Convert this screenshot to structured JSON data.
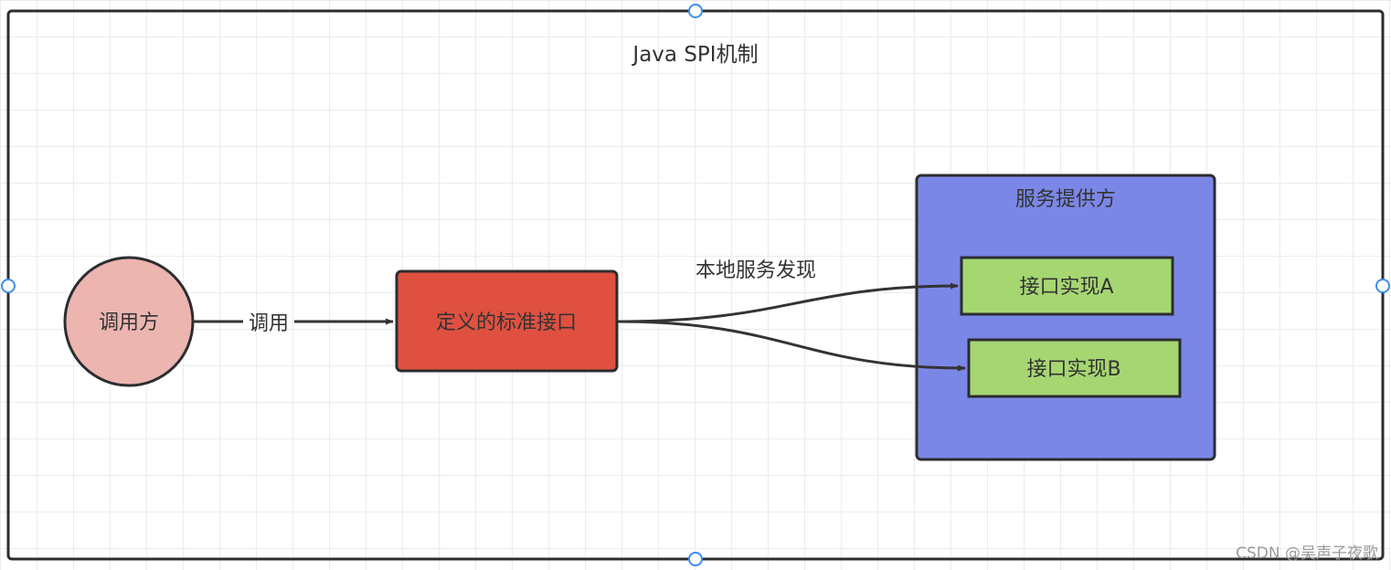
{
  "diagram": {
    "title": "Java SPI机制",
    "caller": {
      "label": "调用方"
    },
    "call_edge": {
      "label": "调用"
    },
    "standard_interface": {
      "label": "定义的标准接口"
    },
    "discovery_edge": {
      "label": "本地服务发现"
    },
    "provider_group": {
      "label": "服务提供方",
      "impl_a": {
        "label": "接口实现A"
      },
      "impl_b": {
        "label": "接口实现B"
      }
    }
  },
  "watermark": "CSDN @吴声子夜歌",
  "colors": {
    "frame_stroke": "#2b2d30",
    "handle_stroke": "#3d8ee8",
    "caller_fill": "#ecb5b0",
    "interface_fill": "#e05040",
    "provider_fill": "#7b87e6",
    "impl_fill": "#a6d672",
    "edge_stroke": "#333333",
    "text": "#333333"
  }
}
